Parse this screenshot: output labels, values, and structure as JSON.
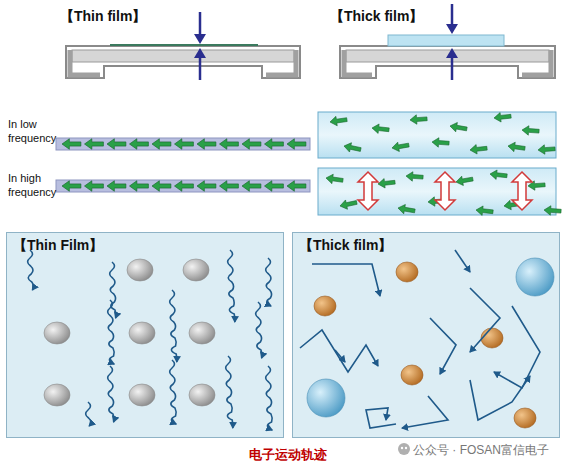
{
  "diagram": {
    "caption": "电子运动轨迹",
    "nodes": [
      {
        "text": [
          "【Thin Film】"
        ]
      },
      {
        "text": [
          "【Thick film】"
        ]
      }
    ],
    "labels": [
      "【Thin film】",
      "【Thick film】",
      "In low frequency",
      "In high frequency",
      "公众号 · FOSAN富信电子"
    ]
  }
}
